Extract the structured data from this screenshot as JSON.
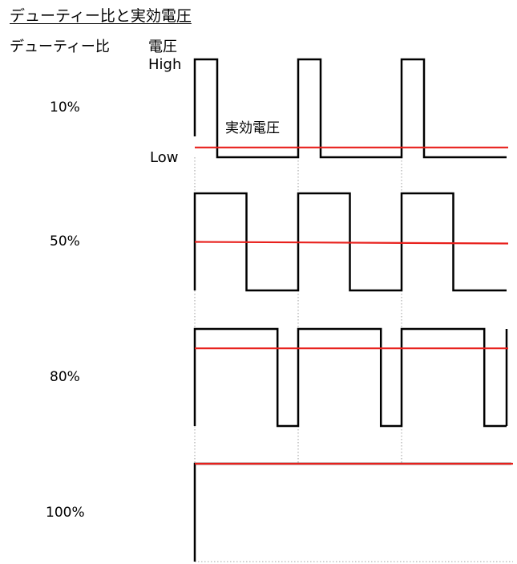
{
  "title": "デューティー比と実効電圧",
  "header": {
    "duty_column": "デューティー比",
    "voltage_column": "電圧"
  },
  "levels": {
    "high": "High",
    "low": "Low"
  },
  "effective_voltage_label": "実効電圧",
  "colors": {
    "waveform": "#000000",
    "effective_voltage": "#e8201c",
    "divider": "#888888"
  },
  "rows": [
    {
      "label": "10%",
      "duty": 0.1
    },
    {
      "label": "50%",
      "duty": 0.5
    },
    {
      "label": "80%",
      "duty": 0.8
    },
    {
      "label": "100%",
      "duty": 1.0
    }
  ],
  "periods_shown": 3
}
